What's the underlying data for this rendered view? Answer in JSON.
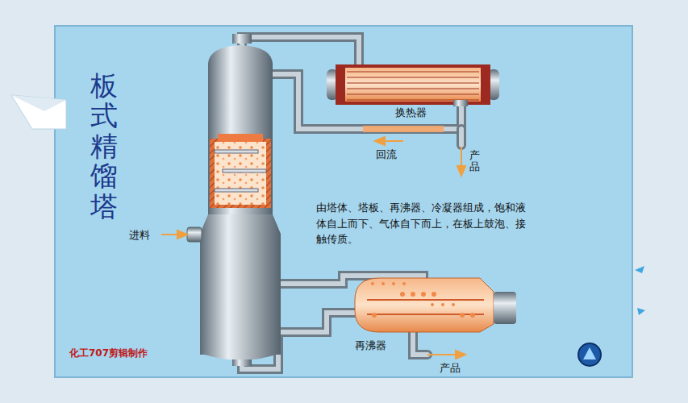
{
  "diagram": {
    "title": "板式精馏塔",
    "nodes": [
      {
        "text": [
          "换热器"
        ]
      },
      {
        "text": [
          "再沸器"
        ]
      }
    ],
    "edges": [],
    "labels": [
      "回流",
      "产品",
      "进料",
      "由塔体、塔板、再沸器、冷凝器组成，饱和液体自上而下、气体自下而上，在板上鼓泡、接触传质。",
      "产品",
      "化工707剪辑制作"
    ]
  }
}
